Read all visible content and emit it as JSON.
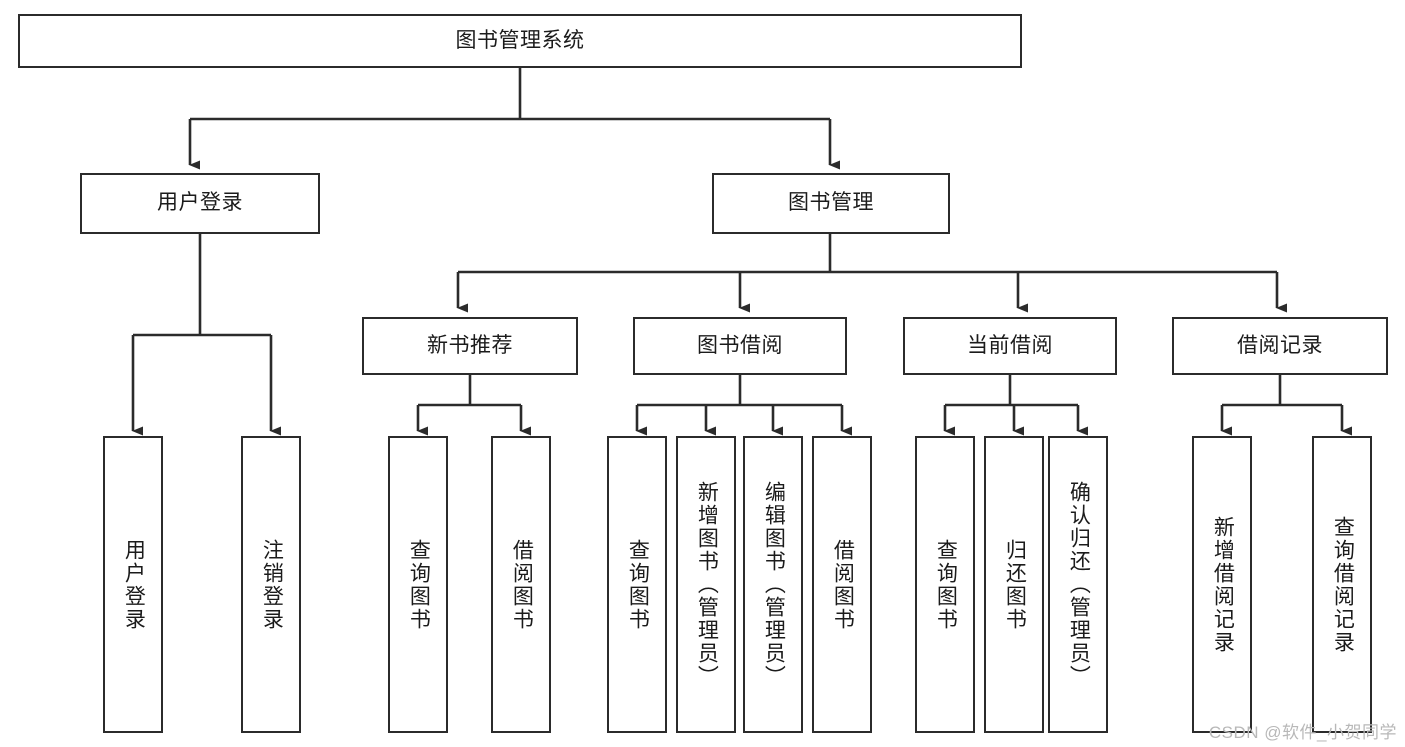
{
  "diagram": {
    "type": "tree",
    "title": "图书管理系统",
    "watermark": "CSDN @软件_小贺同学",
    "colors": {
      "stroke": "#2b2b2b",
      "fill": "#ffffff",
      "text": "#1b1b1b",
      "watermark": "#b8b8b8"
    },
    "root": {
      "label": "图书管理系统",
      "orientation": "horizontal"
    },
    "level2": [
      {
        "label": "用户登录",
        "orientation": "horizontal"
      },
      {
        "label": "图书管理",
        "orientation": "horizontal"
      }
    ],
    "level3": [
      {
        "label": "新书推荐",
        "orientation": "horizontal"
      },
      {
        "label": "图书借阅",
        "orientation": "horizontal"
      },
      {
        "label": "当前借阅",
        "orientation": "horizontal"
      },
      {
        "label": "借阅记录",
        "orientation": "horizontal"
      }
    ],
    "leaves": {
      "user_login": [
        {
          "label": "用户登录",
          "orientation": "vertical"
        },
        {
          "label": "注销登录",
          "orientation": "vertical"
        }
      ],
      "new_book_recommend": [
        {
          "label": "查询图书",
          "orientation": "vertical"
        },
        {
          "label": "借阅图书",
          "orientation": "vertical"
        }
      ],
      "book_borrow": [
        {
          "label": "查询图书",
          "orientation": "vertical"
        },
        {
          "label": "新增图书（管理员）",
          "orientation": "vertical"
        },
        {
          "label": "编辑图书（管理员）",
          "orientation": "vertical"
        },
        {
          "label": "借阅图书",
          "orientation": "vertical"
        }
      ],
      "current_borrow": [
        {
          "label": "查询图书",
          "orientation": "vertical"
        },
        {
          "label": "归还图书",
          "orientation": "vertical"
        },
        {
          "label": "确认归还（管理员）",
          "orientation": "vertical"
        }
      ],
      "borrow_record": [
        {
          "label": "新增借阅记录",
          "orientation": "vertical"
        },
        {
          "label": "查询借阅记录",
          "orientation": "vertical"
        }
      ]
    }
  }
}
